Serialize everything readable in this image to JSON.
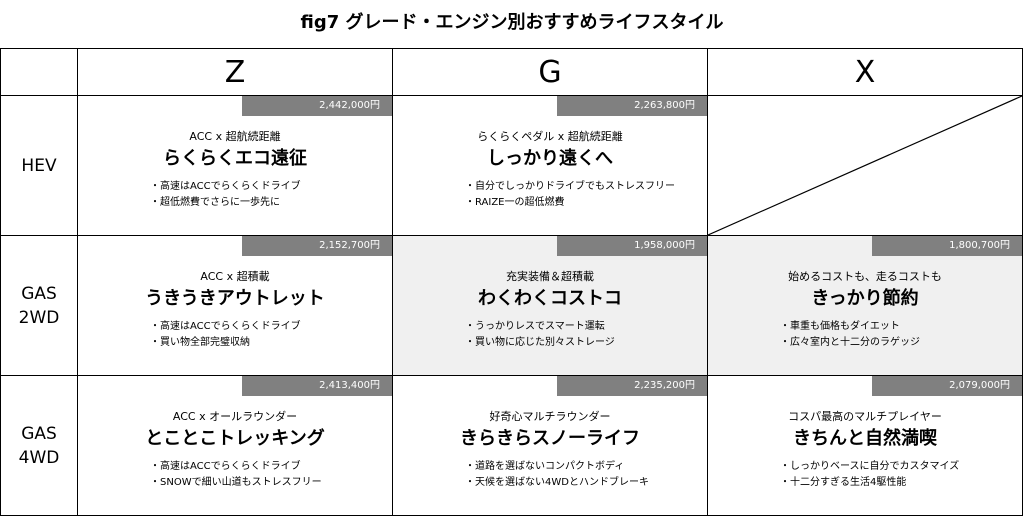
{
  "title": "fig7 グレード・エンジン別おすすめライフスタイル",
  "columns": [
    "Z",
    "G",
    "X"
  ],
  "rows": [
    {
      "label": "HEV",
      "cells": [
        {
          "price": "2,442,000円",
          "sub": "ACC x 超航続距離",
          "main": "らくらくエコ遠征",
          "bullets": [
            "・高速はACCでらくらくドライブ",
            "・超低燃費でさらに一歩先に"
          ]
        },
        {
          "price": "2,263,800円",
          "sub": "らくらくペダル x 超航続距離",
          "main": "しっかり遠くへ",
          "bullets": [
            "・自分でしっかりドライブでもストレスフリー",
            "・RAIZE一の超低燃費"
          ]
        },
        null
      ]
    },
    {
      "label": "GAS 2WD",
      "cells": [
        {
          "price": "2,152,700円",
          "sub": "ACC x 超積載",
          "main": "うきうきアウトレット",
          "bullets": [
            "・高速はACCでらくらくドライブ",
            "・買い物全部完璧収納"
          ]
        },
        {
          "price": "1,958,000円",
          "sub": "充実装備＆超積載",
          "main": "わくわくコストコ",
          "bullets": [
            "・うっかりレスでスマート運転",
            "・買い物に応じた別々ストレージ"
          ]
        },
        {
          "price": "1,800,700円",
          "sub": "始めるコストも、走るコストも",
          "main": "きっかり節約",
          "bullets": [
            "・車重も価格もダイエット",
            "・広々室内と十二分のラゲッジ"
          ]
        }
      ]
    },
    {
      "label": "GAS 4WD",
      "cells": [
        {
          "price": "2,413,400円",
          "sub": "ACC x オールラウンダー",
          "main": "とことこトレッキング",
          "bullets": [
            "・高速はACCでらくらくドライブ",
            "・SNOWで細い山道もストレスフリー"
          ]
        },
        {
          "price": "2,235,200円",
          "sub": "好奇心マルチラウンダー",
          "main": "きらきらスノーライフ",
          "bullets": [
            "・道路を選ばないコンパクトボディ",
            "・天候を選ばない4WDとハンドブレーキ"
          ]
        },
        {
          "price": "2,079,000円",
          "sub": "コスパ最高のマルチプレイヤー",
          "main": "きちんと自然満喫",
          "bullets": [
            "・しっかりベースに自分でカスタマイズ",
            "・十二分すぎる生活4駆性能"
          ]
        }
      ]
    }
  ]
}
